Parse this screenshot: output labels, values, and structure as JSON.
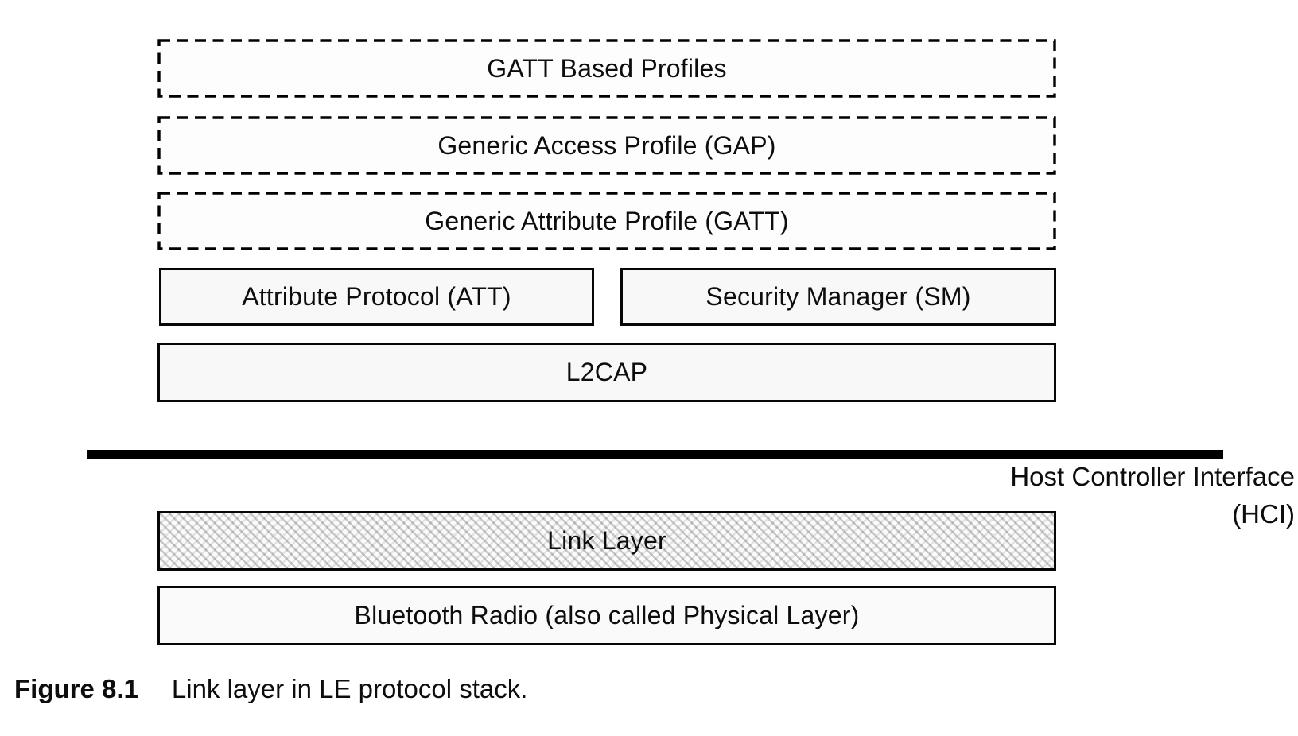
{
  "layers": {
    "gatt_profiles": "GATT Based Profiles",
    "gap": "Generic Access Profile (GAP)",
    "gatt": "Generic Attribute Profile (GATT)",
    "att": "Attribute Protocol (ATT)",
    "sm": "Security Manager (SM)",
    "l2cap": "L2CAP",
    "link_layer": "Link Layer",
    "radio": "Bluetooth Radio (also called Physical Layer)"
  },
  "hci": {
    "label_line1": "Host Controller Interface",
    "label_line2": "(HCI)"
  },
  "figure": {
    "caption_label": "Figure 8.1",
    "caption_text": "Link layer in LE protocol stack."
  },
  "colors": {
    "background": "#ffffff",
    "border": "#000000",
    "solid_box_fill": "#f8f8f8",
    "dashed_box_fill": "#fdfdfd",
    "hatch_gray": "#c9c9c9",
    "text": "#0d0d0d"
  }
}
